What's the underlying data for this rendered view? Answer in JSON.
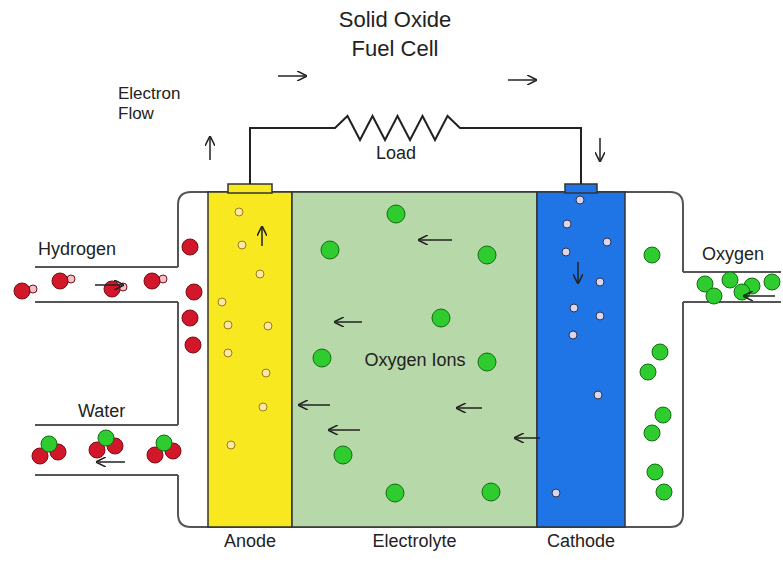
{
  "diagram": {
    "title": "Solid Oxide Fuel Cell",
    "nodes": [
      {
        "text": [
          "Anode"
        ]
      },
      {
        "text": [
          "Oxygen Ions",
          "Electrolyte"
        ]
      },
      {
        "text": [
          "Cathode"
        ]
      }
    ],
    "edges": [
      {
        "from": 0,
        "to": 2,
        "arrow": "none"
      }
    ],
    "labels": [
      "Electron Flow",
      "Load",
      "Hydrogen",
      "Water",
      "Oxygen"
    ]
  }
}
